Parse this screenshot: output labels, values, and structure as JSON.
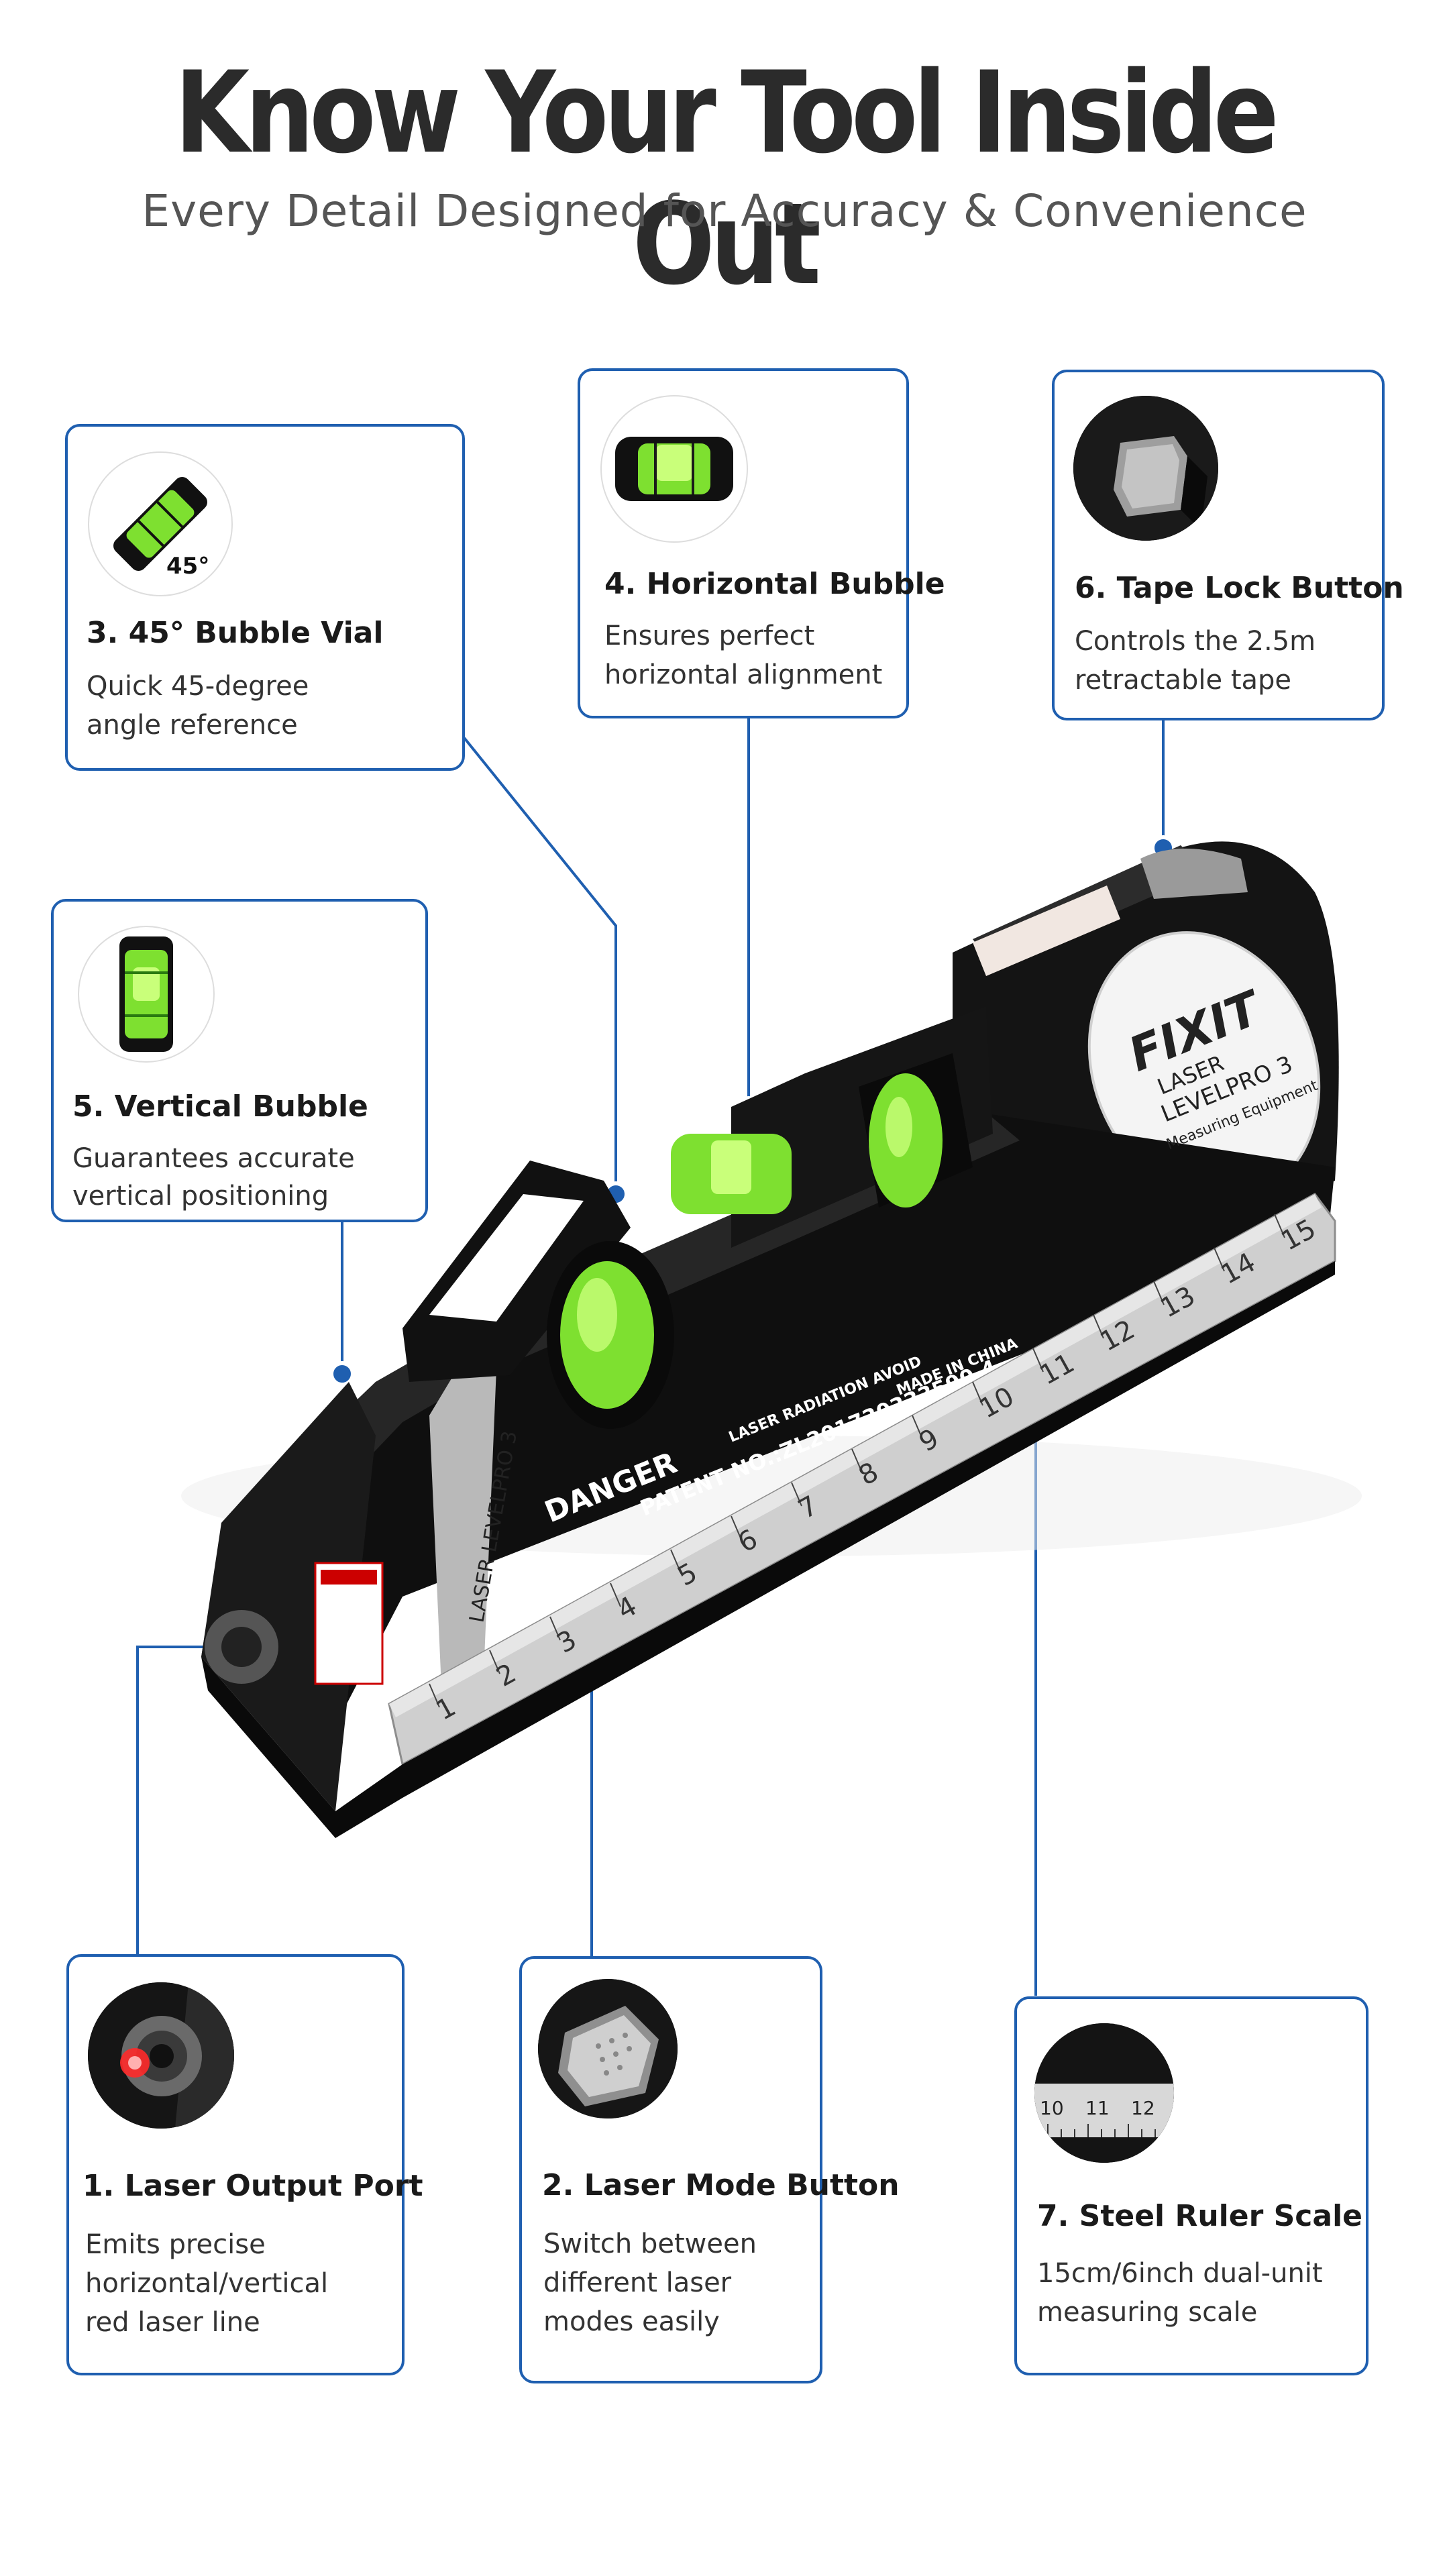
{
  "header": {
    "title": "Know Your Tool Inside Out",
    "subtitle": "Every Detail Designed for Accuracy & Convenience"
  },
  "features": [
    {
      "title": "3. 45° Bubble Vial",
      "line1": "Quick 45-degree",
      "line2": "angle reference",
      "badge": "45°"
    },
    {
      "title": "4. Horizontal Bubble",
      "line1": "Ensures perfect",
      "line2": "horizontal alignment"
    },
    {
      "title": "6. Tape Lock Button",
      "line1": "Controls the 2.5m",
      "line2": "retractable tape"
    },
    {
      "title": "5. Vertical Bubble",
      "line1": "Guarantees accurate",
      "line2": "vertical positioning"
    },
    {
      "title": "1. Laser Output Port",
      "line1": "Emits precise",
      "line2": "horizontal/vertical",
      "line3": "red laser line"
    },
    {
      "title": "2. Laser Mode Button",
      "line1": "Switch between",
      "line2": "different laser",
      "line3": "modes easily"
    },
    {
      "title": "7. Steel Ruler Scale",
      "line1": "15cm/6inch dual-unit",
      "line2": "measuring scale",
      "ruler_marks": [
        "10",
        "11",
        "12"
      ]
    }
  ],
  "product": {
    "brand": "FIXIT",
    "badge_line1": "LASER",
    "badge_line2": "LEVELPRO 3",
    "badge_line3": "Measuring Equipment",
    "side_label": "LASER LEVELPRO 3",
    "danger": "DANGER",
    "danger_text": "LASER RADIATION AVOID",
    "patent": "PATENT NO.:ZL201730333590.4",
    "made_in": "MADE IN CHINA",
    "ruler_numbers": [
      "1",
      "2",
      "3",
      "4",
      "5",
      "6",
      "7",
      "8",
      "9",
      "10",
      "11",
      "12",
      "13",
      "14",
      "15"
    ]
  },
  "colors": {
    "accent": "#1f5fb0",
    "bubble": "#7ee030",
    "body": "#111111"
  }
}
